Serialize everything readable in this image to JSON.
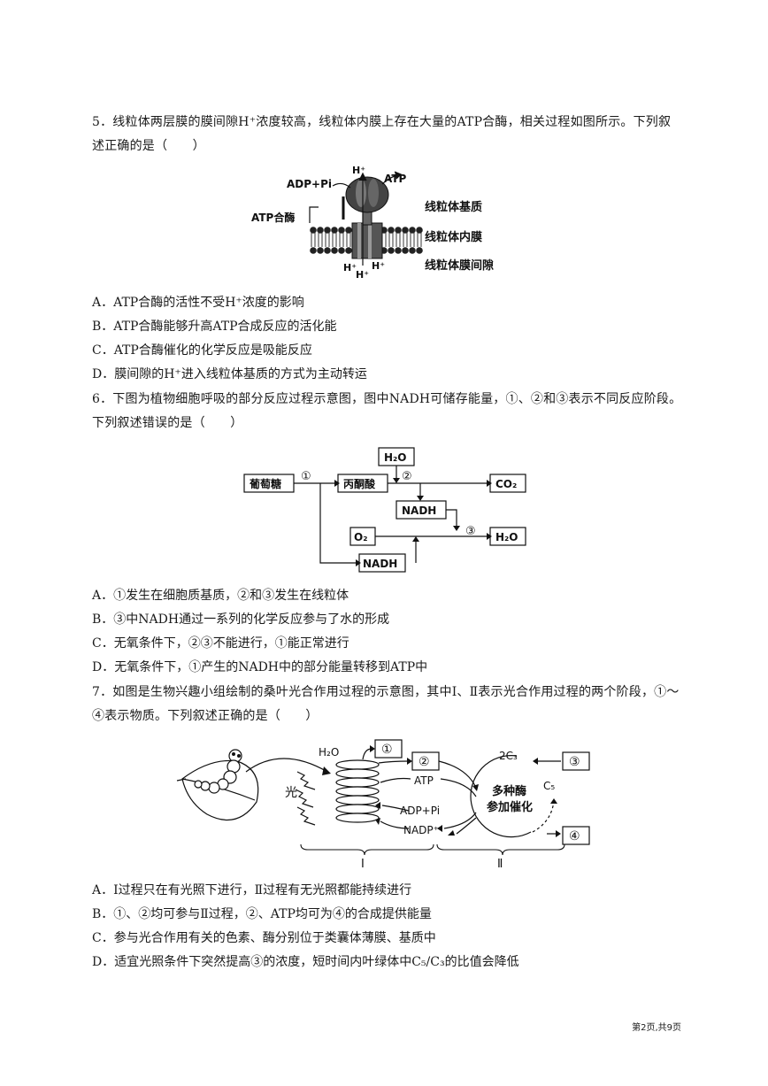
{
  "q5": {
    "line1": "5．线粒体两层膜的膜间隙H⁺浓度较高，线粒体内膜上存在大量的ATP合酶，相关过程如图所示。下列叙",
    "line2": "述正确的是（　　）",
    "figure": {
      "h_top": "H⁺",
      "adp_pi": "ADP+Pi",
      "atp": "ATP",
      "atp_synthase": "ATP合酶",
      "matrix": "线粒体基质",
      "inner_membrane": "线粒体内膜",
      "intermembrane": "线粒体膜间隙",
      "h_bottom": [
        "H⁺",
        "H⁺",
        "H⁺"
      ]
    },
    "options": [
      "A．ATP合酶的活性不受H⁺浓度的影响",
      "B．ATP合酶能够升高ATP合成反应的活化能",
      "C．ATP合酶催化的化学反应是吸能反应",
      "D．膜间隙的H⁺进入线粒体基质的方式为主动转运"
    ]
  },
  "q6": {
    "line1": "6．下图为植物细胞呼吸的部分反应过程示意图，图中NADH可储存能量，①、②和③表示不同反应阶段。",
    "line2": "下列叙述错误的是（　　）",
    "figure": {
      "glucose": "葡萄糖",
      "pyruvate": "丙酮酸",
      "h2o_top": "H₂O",
      "co2": "CO₂",
      "nadh_mid": "NADH",
      "o2": "O₂",
      "h2o_right": "H₂O",
      "nadh_bottom": "NADH",
      "step1": "①",
      "step2": "②",
      "step3": "③"
    },
    "options": [
      "A．①发生在细胞质基质，②和③发生在线粒体",
      "B．③中NADH通过一系列的化学反应参与了水的形成",
      "C．无氧条件下，②③不能进行，①能正常进行",
      "D．无氧条件下，①产生的NADH中的部分能量转移到ATP中"
    ]
  },
  "q7": {
    "line1": "7．如图是生物兴趣小组绘制的桑叶光合作用过程的示意图，其中Ⅰ、Ⅱ表示光合作用过程的两个阶段，①～",
    "line2": "④表示物质。下列叙述正确的是（　　）",
    "figure": {
      "h2o": "H₂O",
      "light": "光",
      "box1": "①",
      "box2": "②",
      "box3": "③",
      "box4": "④",
      "atp": "ATP",
      "adp_pi": "ADP+Pi",
      "nadp": "NADP⁺",
      "c3": "2C₃",
      "c5": "C₅",
      "enzymes_1": "多种酶",
      "enzymes_2": "参加催化",
      "stage1": "Ⅰ",
      "stage2": "Ⅱ"
    },
    "options": [
      "A．Ⅰ过程只在有光照下进行，Ⅱ过程有无光照都能持续进行",
      "B．①、②均可参与Ⅱ过程，②、ATP均可为④的合成提供能量",
      "C．参与光合作用有关的色素、酶分别位于类囊体薄膜、基质中",
      "D．适宜光照条件下突然提高③的浓度，短时间内叶绿体中C₅/C₃的比值会降低"
    ]
  },
  "footer": "第2页,共9页"
}
